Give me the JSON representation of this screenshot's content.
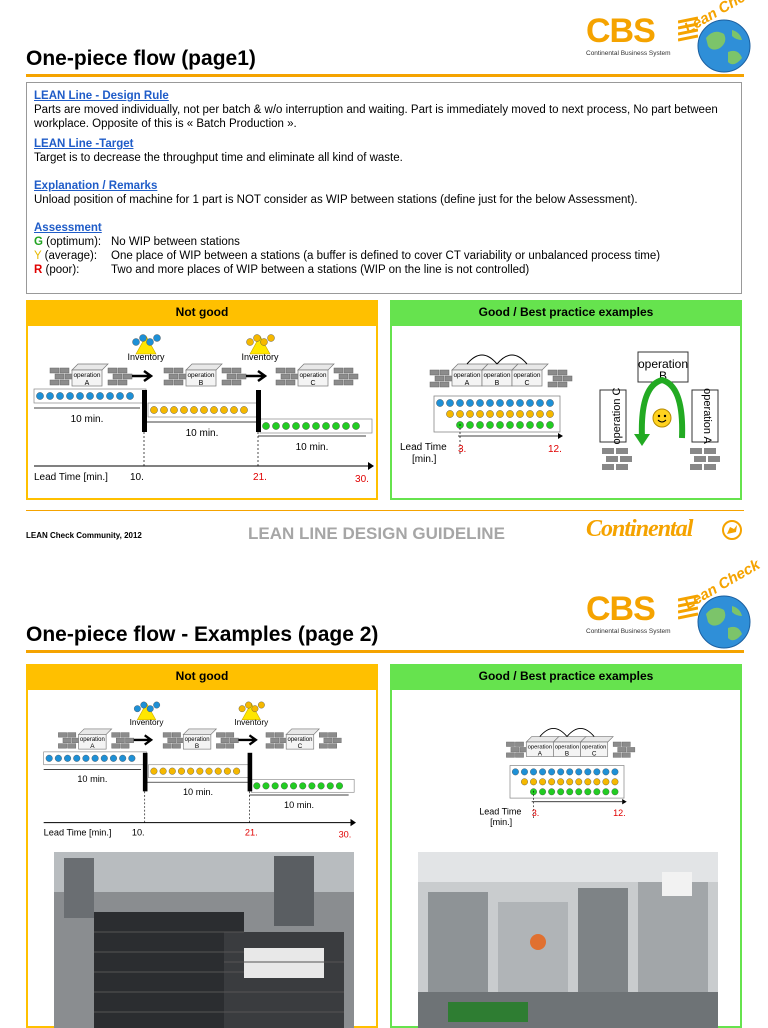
{
  "page1": {
    "title": "One-piece flow (page1)",
    "design_rule_head": "LEAN Line - Design Rule",
    "design_rule_text": "Parts are moved individually, not per batch & w/o interruption and waiting. Part is immediately moved to next process, No part between workplace. Opposite of this is « Batch Production ».",
    "target_head": "LEAN Line -Target",
    "target_text": "Target is to decrease the throughput time and eliminate all kind of waste.",
    "explanation_head": "Explanation / Remarks",
    "explanation_text": "Unload position of machine for 1 part is NOT consider as WIP between stations (define just for the below Assessment).",
    "assessment_head": "Assessment",
    "assessment": [
      {
        "letter": "G",
        "label": " (optimum):",
        "text": "No WIP between stations"
      },
      {
        "letter": "Y",
        "label": " (average):",
        "text": "One place of WIP between a stations (a buffer is defined to cover  CT variability or unbalanced process time)"
      },
      {
        "letter": "R",
        "label": " (poor):",
        "text": "Two and more places of WIP between a stations (WIP on the line is not controlled)"
      }
    ],
    "not_good": "Not good",
    "good": "Good / Best practice examples",
    "footer_left": "LEAN Check Community, 2012",
    "footer_mid": "LEAN LINE DESIGN GUIDELINE",
    "footer_brand": "Continental"
  },
  "page2": {
    "title": "One-piece flow - Examples (page 2)",
    "not_good": "Not good",
    "good": "Good / Best practice examples"
  },
  "logo": {
    "cbs": "CBS",
    "cbs_sub": "Continental Business System",
    "lean_check": "Lean Check"
  },
  "diagram_bad": {
    "inventory": "Inventory",
    "operation": "operation",
    "ops": [
      "A",
      "B",
      "C"
    ],
    "durations": [
      "10 min.",
      "10 min.",
      "10 min."
    ],
    "lead_time": "Lead Time [min.]",
    "ticks": [
      "10.",
      "21.",
      "30."
    ]
  },
  "diagram_good": {
    "operation": "operation",
    "ops": [
      "A",
      "B",
      "C"
    ],
    "lead_time": "Lead Time",
    "lead_unit": "[min.]",
    "ticks": [
      "3.",
      "12."
    ]
  },
  "colors": {
    "orange": "#f5a300",
    "yellow_head": "#ffc000",
    "green_head": "#66e34e",
    "blue_dot": "#1e90d6",
    "yellow_dot": "#f5b800",
    "green_dot": "#22cc22"
  }
}
